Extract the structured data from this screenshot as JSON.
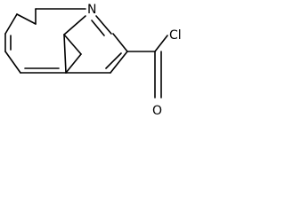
{
  "molecule": {
    "atoms": {
      "nitrogen": "N",
      "oxygen": "O",
      "chlorine": "Cl"
    },
    "colors": {
      "bond": "#000000",
      "label": "#000000",
      "background": "#ffffff"
    }
  }
}
